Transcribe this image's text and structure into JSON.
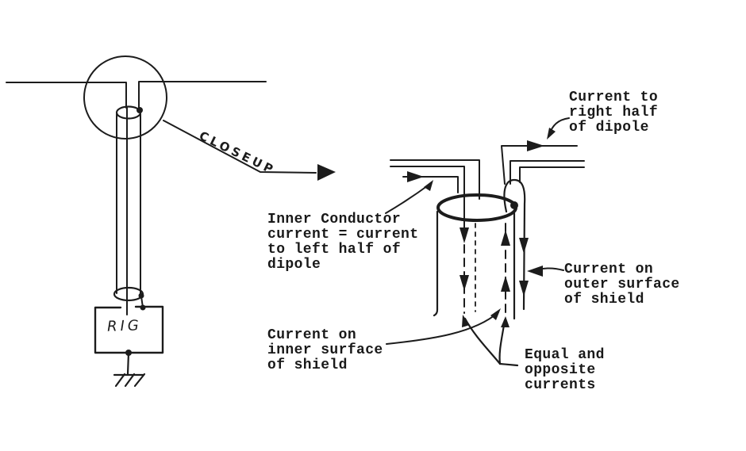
{
  "canvas": {
    "background": "#ffffff",
    "ink": "#1c1c1c"
  },
  "left_diagram": {
    "rig_label": "RIG",
    "closeup_label": "CLOSEUP"
  },
  "closeup": {
    "labels": {
      "right_half": "Current to\nright half\nof dipole",
      "inner_conductor": "Inner Conductor\ncurrent = current\nto left half of\ndipole",
      "outer_surface": "Current on\nouter surface\nof shield",
      "inner_surface": "Current on\ninner surface\nof shield",
      "equal_opposite": "Equal and\nopposite\ncurrents"
    }
  }
}
